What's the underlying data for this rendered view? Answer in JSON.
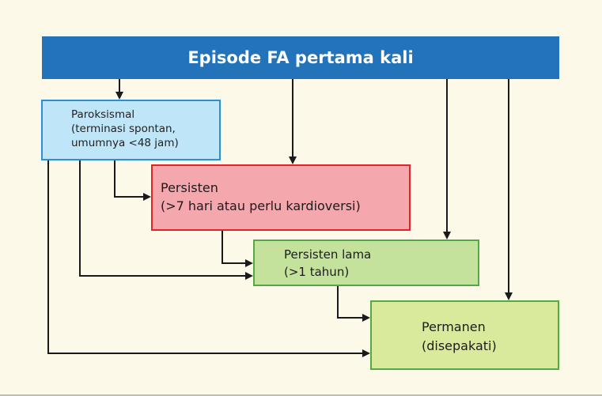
{
  "diagram": {
    "header": "Episode FA pertama kali",
    "paroksismal": {
      "line1": "Paroksismal",
      "line2": "(terminasi spontan,",
      "line3": "umumnya <48 jam)"
    },
    "persisten": {
      "line1": "Persisten",
      "line2": "(>7 hari atau perlu kardioversi)"
    },
    "persisten_lama": {
      "line1": "Persisten lama",
      "line2": "(>1 tahun)"
    },
    "permanen": {
      "line1": "Permanen",
      "line2": "(disepakati)"
    }
  },
  "colors": {
    "background": "#fdf9e9",
    "header_fill": "#2273b9",
    "paroksismal_fill": "#bfe6f8",
    "paroksismal_border": "#2b8fd4",
    "persisten_fill": "#f4a7ad",
    "persisten_border": "#e2232a",
    "persisten_lama_fill": "#c4e29c",
    "permanen_fill": "#d9ea9c",
    "green_border": "#55a942",
    "arrow": "#1a1a1a"
  }
}
